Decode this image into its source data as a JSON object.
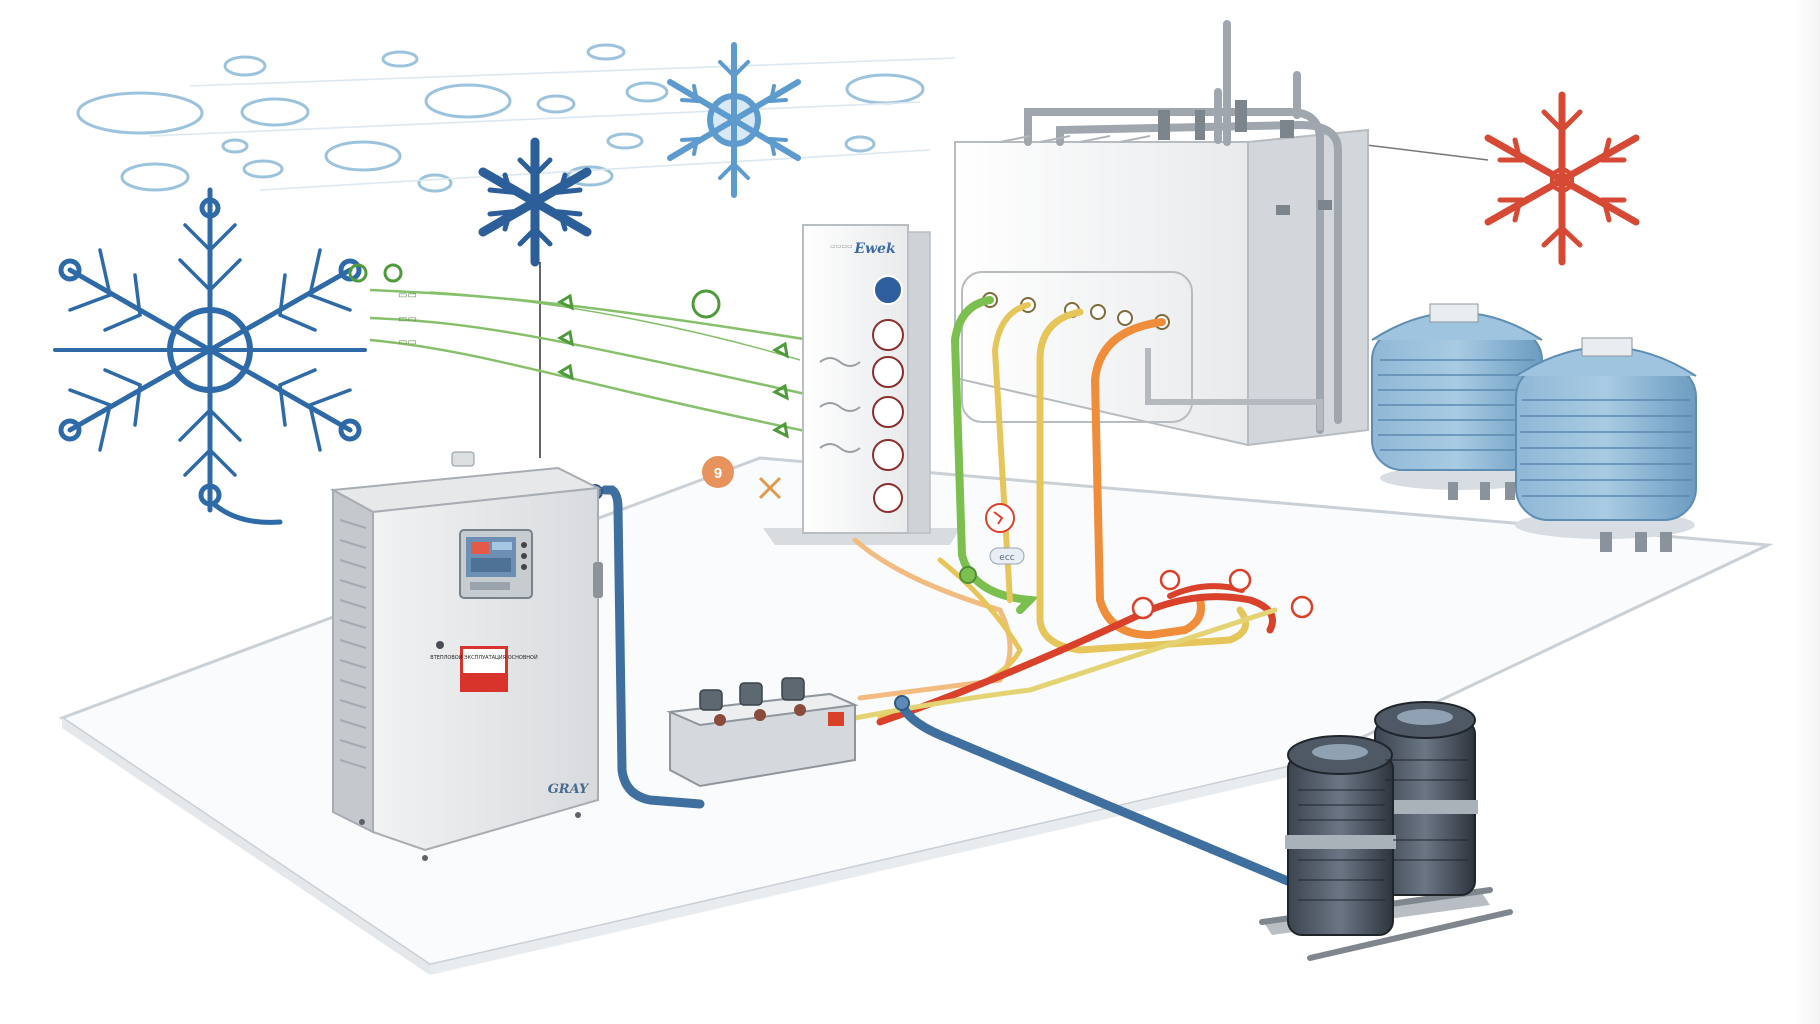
{
  "diagram": {
    "labels": {
      "panel_brand": "GRAY",
      "warning_sign": "ВТЕПЛОВОЙ ЭКСПЛУАТАЦИЯ ОСНОВНОЙ",
      "tower_brand": "Ewek",
      "small_tag": "ecc",
      "badge_number": "9"
    },
    "colors": {
      "snowflake_blue": "#2f6aa8",
      "snowflake_light": "#5d9bcf",
      "snowflake_red": "#d64a35",
      "pipe_blue": "#3f6f9f",
      "pipe_green": "#7bbf4f",
      "pipe_yellow": "#e6c55a",
      "pipe_orange": "#f08d3a",
      "pipe_red": "#d9412b",
      "tank_blue": "#7aa9cc",
      "floor_line": "#c9d0d6"
    }
  }
}
